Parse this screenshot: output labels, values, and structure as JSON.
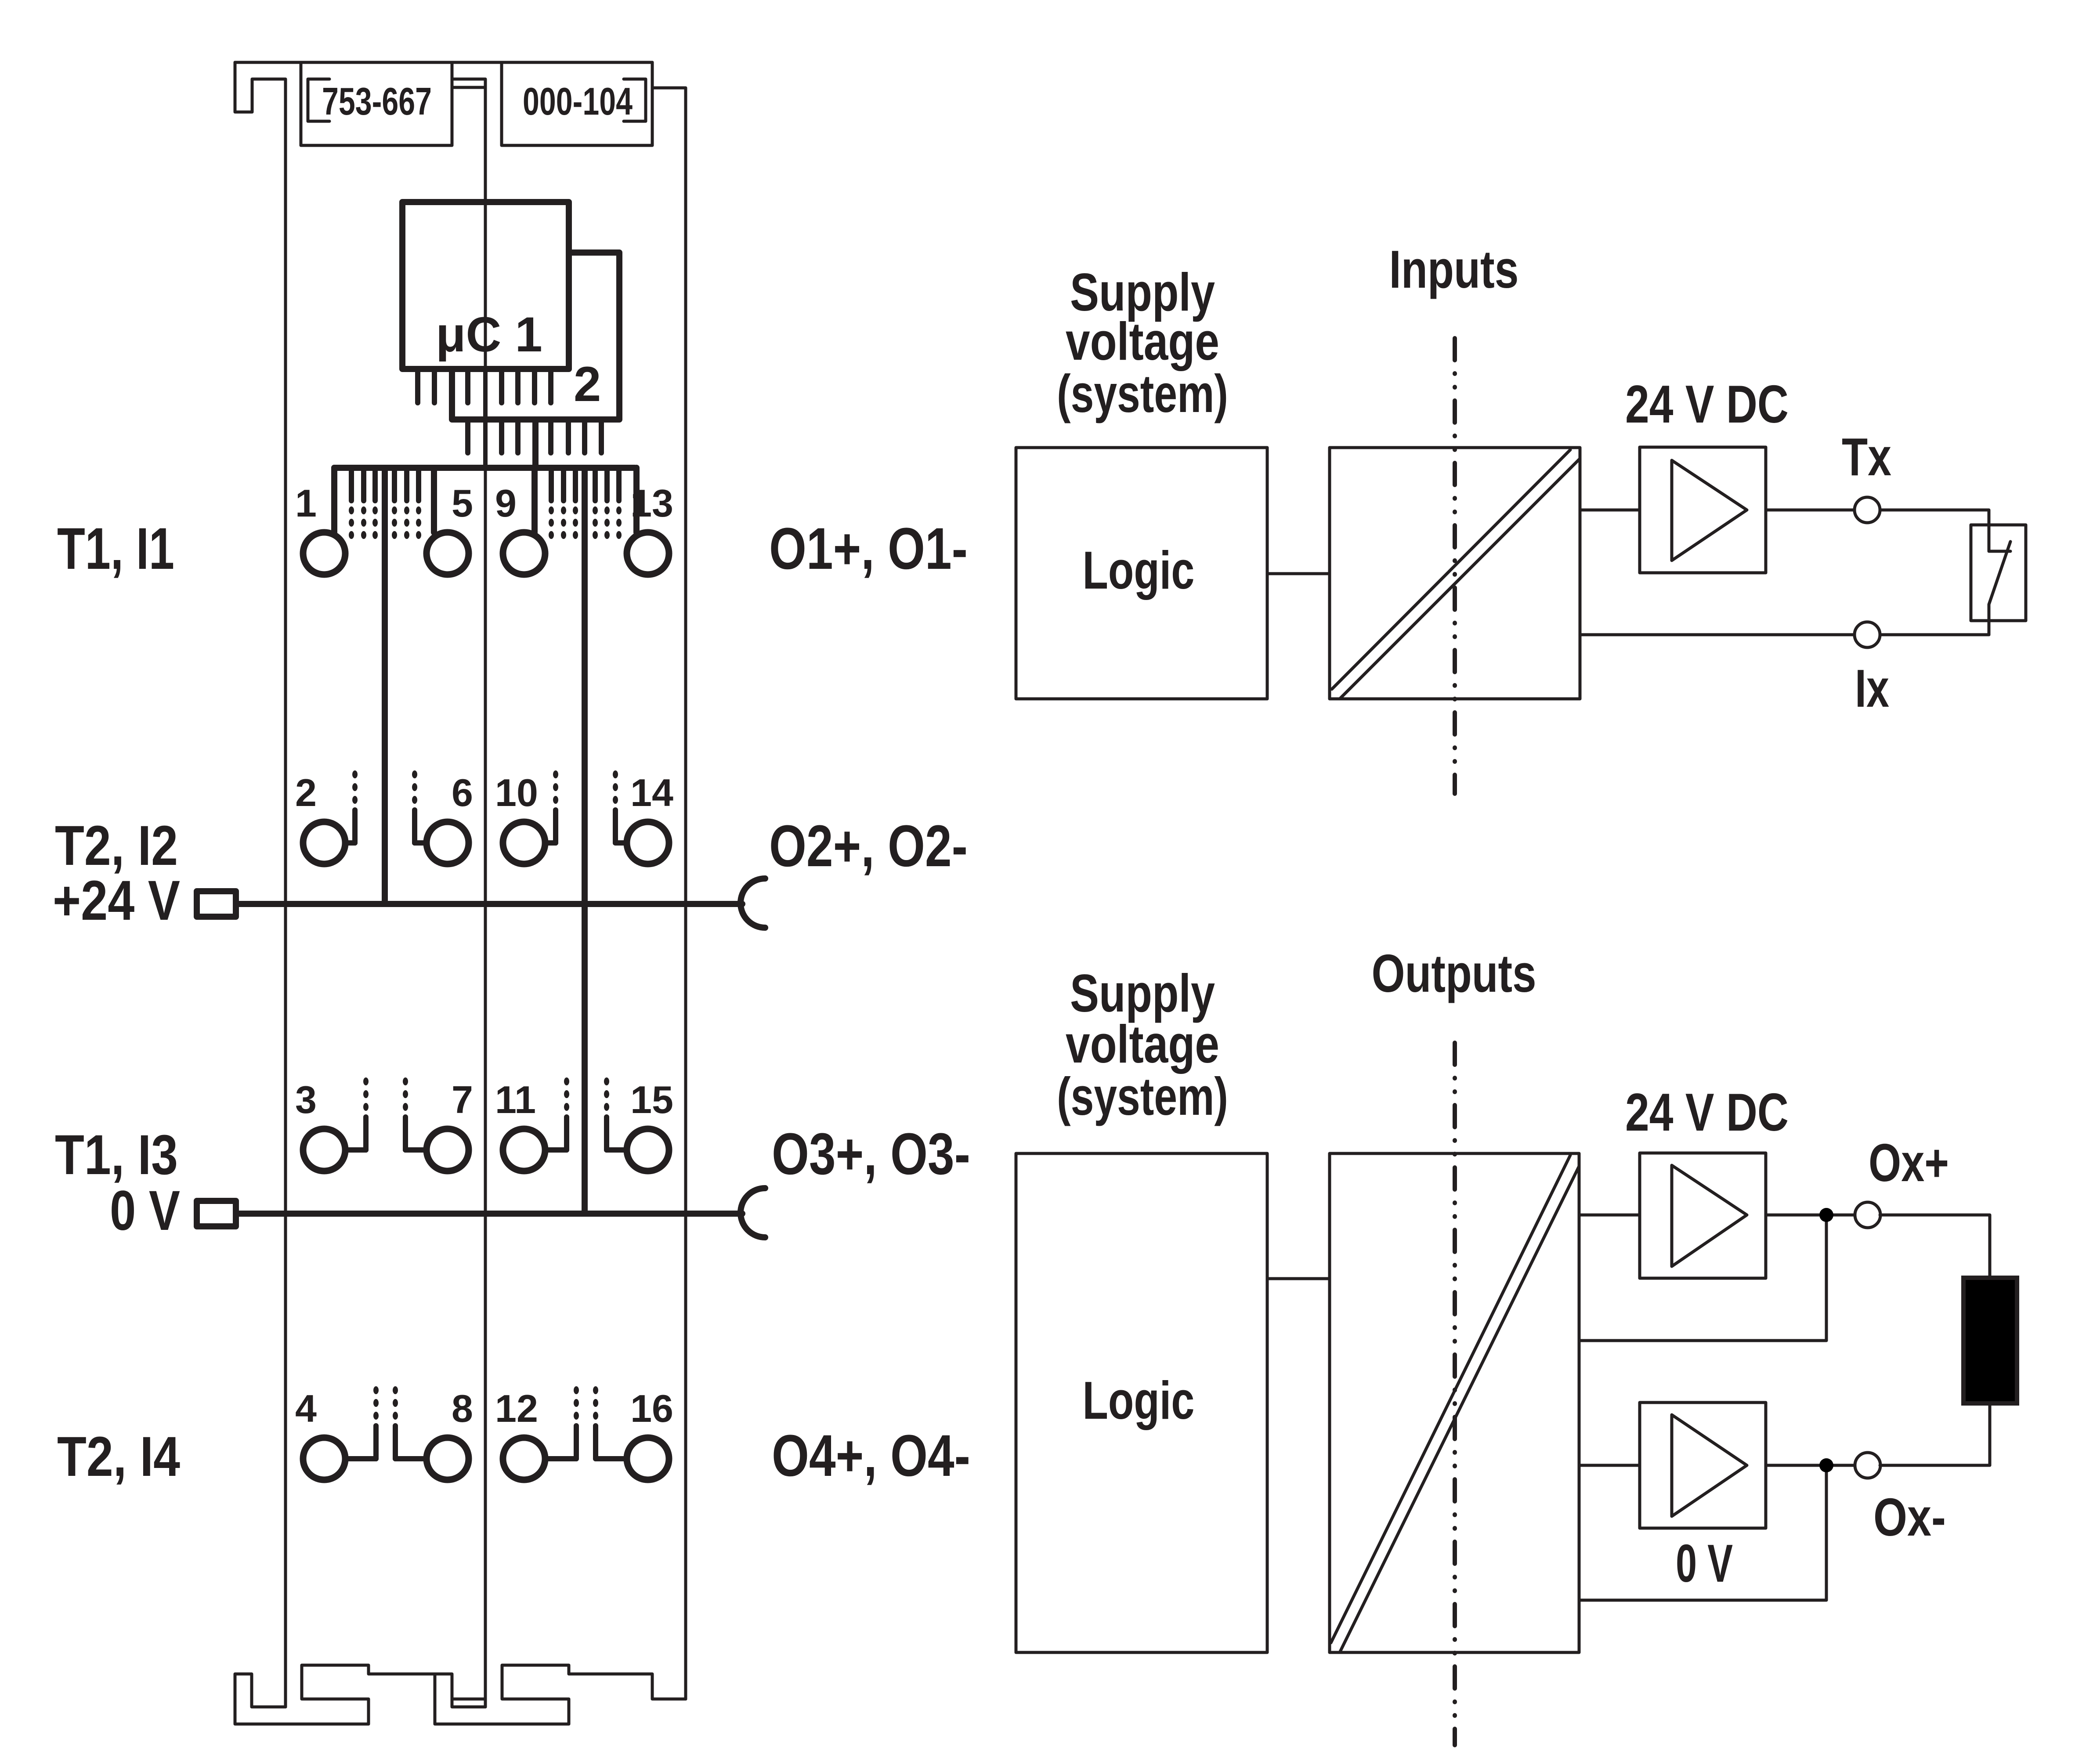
{
  "colors": {
    "ink": "#231f20",
    "background": "#ffffff",
    "load_fill": "#000000"
  },
  "module": {
    "article_number": "753-667",
    "variant_number": "000-104",
    "controller_label": "μC 1",
    "controller2_label": "2",
    "left_labels": [
      "T1, I1",
      "T2, I2",
      "+24 V",
      "T1, I3",
      "0 V",
      "T2, I4"
    ],
    "right_labels": [
      "O1+, O1-",
      "O2+, O2-",
      "O3+, O3-",
      "O4+, O4-"
    ],
    "terminals": [
      [
        "1",
        "5",
        "9",
        "13"
      ],
      [
        "2",
        "6",
        "10",
        "14"
      ],
      [
        "3",
        "7",
        "11",
        "15"
      ],
      [
        "4",
        "8",
        "12",
        "16"
      ]
    ]
  },
  "inputs_block": {
    "title": "Inputs",
    "supply_lines": [
      "Supply",
      "voltage",
      "(system)"
    ],
    "logic_label": "Logic",
    "voltage_label": "24 V DC",
    "terminal_top": "Tx",
    "terminal_bottom": "Ix"
  },
  "outputs_block": {
    "title": "Outputs",
    "supply_lines": [
      "Supply",
      "voltage",
      "(system)"
    ],
    "logic_label": "Logic",
    "voltage_top_label": "24 V DC",
    "voltage_bottom_label": "0 V",
    "terminal_top": "Ox+",
    "terminal_bottom": "Ox-"
  }
}
